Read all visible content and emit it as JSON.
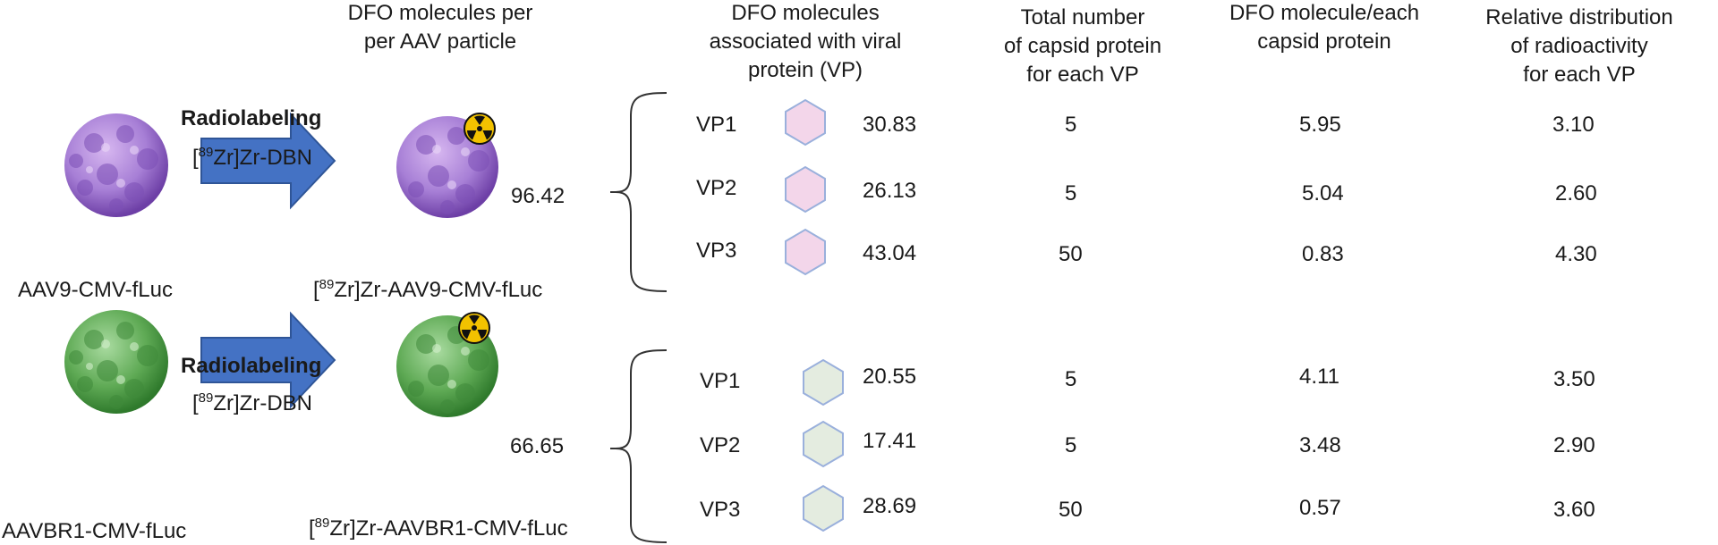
{
  "headers": {
    "per_particle": [
      "DFO molecules per",
      "per AAV particle"
    ],
    "vp_assoc": [
      "DFO molecules",
      "associated with viral",
      "protein (VP)"
    ],
    "capsid_total": [
      "Total number",
      "of capsid protein",
      "for each VP"
    ],
    "per_capsid": [
      "DFO molecule/each",
      "capsid protein"
    ],
    "relative": [
      "Relative distribution",
      "of radioactivity",
      "for each VP"
    ]
  },
  "reaction": {
    "label": "Radiolabeling",
    "reagent_mass": "89",
    "reagent_rest": "Zr]Zr-DBN"
  },
  "groups": [
    {
      "name": "aav9",
      "source": "AAV9-CMV-fLuc",
      "product_mass": "89",
      "product_rest": "Zr]Zr-AAV9-CMV-fLuc",
      "dfo_per_particle": "96.42",
      "capsid_fill": "#f3d6ea",
      "capsid_stroke": "#9ab0dc",
      "virus_color": "#a77fd6",
      "rows": [
        {
          "vp": "VP1",
          "dfo": "30.83",
          "total": "5",
          "per_capsid": "5.95",
          "relative": "3.10"
        },
        {
          "vp": "VP2",
          "dfo": "26.13",
          "total": "5",
          "per_capsid": "5.04",
          "relative": "2.60"
        },
        {
          "vp": "VP3",
          "dfo": "43.04",
          "total": "50",
          "per_capsid": "0.83",
          "relative": "4.30"
        }
      ]
    },
    {
      "name": "aavbr1",
      "source": "AAVBR1-CMV-fLuc",
      "product_mass": "89",
      "product_rest": "Zr]Zr-AAVBR1-CMV-fLuc",
      "dfo_per_particle": "66.65",
      "capsid_fill": "#e4ece0",
      "capsid_stroke": "#9ab0dc",
      "virus_color": "#5faa55",
      "rows": [
        {
          "vp": "VP1",
          "dfo": "20.55",
          "total": "5",
          "per_capsid": "4.11",
          "relative": "3.50"
        },
        {
          "vp": "VP2",
          "dfo": "17.41",
          "total": "5",
          "per_capsid": "3.48",
          "relative": "2.90"
        },
        {
          "vp": "VP3",
          "dfo": "28.69",
          "total": "50",
          "per_capsid": "0.57",
          "relative": "3.60"
        }
      ]
    }
  ],
  "colors": {
    "arrow": "#4472c4",
    "arrow_edge": "#2f5597",
    "brace": "#333333",
    "radiation_badge": "#f2c200"
  }
}
